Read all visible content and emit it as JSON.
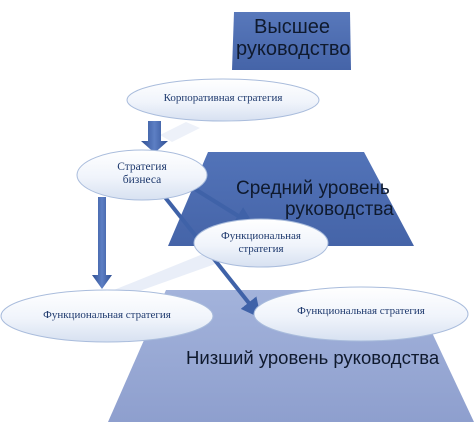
{
  "levels": {
    "top": {
      "line1": "Высшее",
      "line2": "руководство",
      "color": "#4a6bb0"
    },
    "middle": {
      "line1": "Средний уровень",
      "line2": "руководства",
      "color": "#4a6bb0"
    },
    "bottom": {
      "label": "Низший уровень руководства",
      "color": "#9aabd6"
    }
  },
  "strategies": {
    "corporate": "Корпоративная стратегия",
    "business_line1": "Стратегия",
    "business_line2": "бизнеса",
    "functional_middle_line1": "Функциональная",
    "functional_middle_line2": "стратегия",
    "functional_left": "Функциональная стратегия",
    "functional_right": "Функциональная стратегия"
  },
  "colors": {
    "oval_fill": "#f1f5fc",
    "oval_stroke": "#a9bcdc",
    "oval_text": "#1f3a6e",
    "arrow": "#3f62a8"
  }
}
